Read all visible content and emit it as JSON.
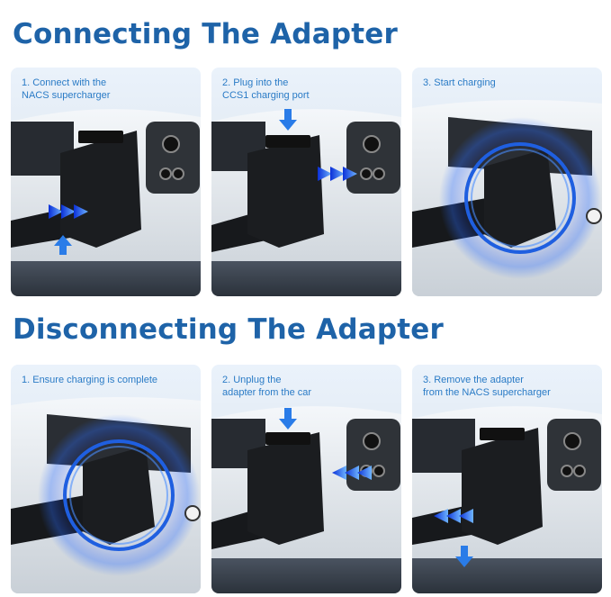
{
  "sections": {
    "connecting": {
      "title": "Connecting The Adapter",
      "steps": [
        "1. Connect with the\nNACS supercharger",
        "2. Plug into the\nCCS1 charging port",
        "3. Start charging"
      ]
    },
    "disconnecting": {
      "title": "Disconnecting The Adapter",
      "steps": [
        "1. Ensure charging is complete",
        "2. Unplug the\nadapter from the car",
        "3. Remove the adapter\nfrom the NACS supercharger"
      ]
    }
  },
  "colors": {
    "title": "#1e63a8",
    "caption": "#2a7bc6",
    "accent_blue": "#1f5fe0",
    "adapter": "#1b1d20",
    "car_body": "#e9edf1"
  },
  "icons": [
    "right-arrow-icon",
    "left-arrow-icon",
    "up-arrow-icon",
    "down-arrow-icon",
    "charging-ring-icon"
  ]
}
